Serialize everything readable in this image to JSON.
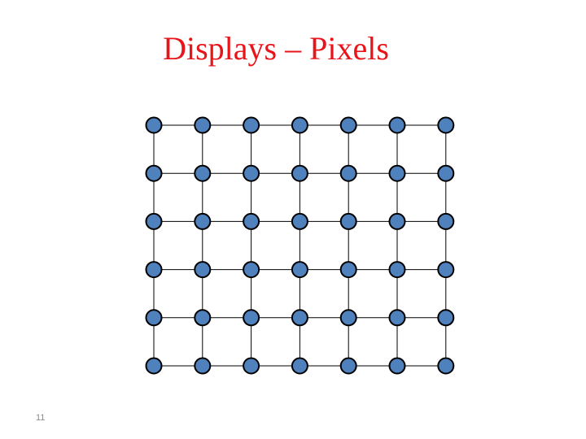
{
  "slide": {
    "title": "Displays – Pixels",
    "page_number": "11"
  },
  "grid": {
    "rows": 6,
    "columns": 7,
    "node_fill": "#4f81bd",
    "node_stroke": "#000000",
    "line_color": "#000000"
  }
}
